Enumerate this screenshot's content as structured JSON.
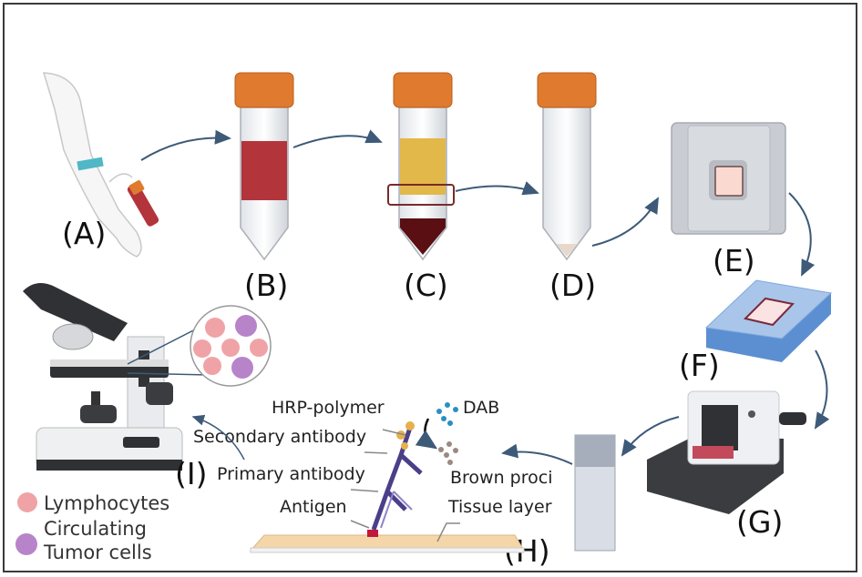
{
  "title": "Blood sample to immunohistochemistry workflow",
  "steps": [
    {
      "id": "A",
      "label": "(A)",
      "description": "Blood draw from arm"
    },
    {
      "id": "B",
      "label": "(B)",
      "description": "Tube with whole blood"
    },
    {
      "id": "C",
      "label": "(C)",
      "description": "Centrifuged tube with separated layers"
    },
    {
      "id": "D",
      "label": "(D)",
      "description": "Tube with isolated cell layer"
    },
    {
      "id": "E",
      "label": "(E)",
      "description": "Embedding cassette"
    },
    {
      "id": "F",
      "label": "(F)",
      "description": "Cold plate with block"
    },
    {
      "id": "G",
      "label": "(G)",
      "description": "Microtome"
    },
    {
      "id": "H",
      "label": "(H)",
      "description": "Slide staining"
    },
    {
      "id": "I",
      "label": "(I)",
      "description": "Microscope observation"
    }
  ],
  "annotations": {
    "hrp": "HRP-polymer",
    "dab": "DAB",
    "secondary": "Secondary antibody",
    "primary": "Primary antibody",
    "brown": "Brown proci",
    "antigen": "Antigen",
    "tissue": "Tissue layer"
  },
  "legend": {
    "lymph": "Lymphocytes",
    "ctc_line1": "Circulating",
    "ctc_line2": "Tumor cells"
  },
  "colors": {
    "cap": "#e07a2e",
    "blood": "#b3343a",
    "plasma": "#e3b84a",
    "pellet": "#5a0f12",
    "arrow": "#3d5a78",
    "lymphocyte": "#f0a3a6",
    "tumor": "#b784c9",
    "cassette": "#c9cdd3",
    "plate": "#7fa8dc",
    "tissue": "#f4d6a8",
    "dab": "#2a8fc2",
    "brown": "#9a8a82"
  }
}
